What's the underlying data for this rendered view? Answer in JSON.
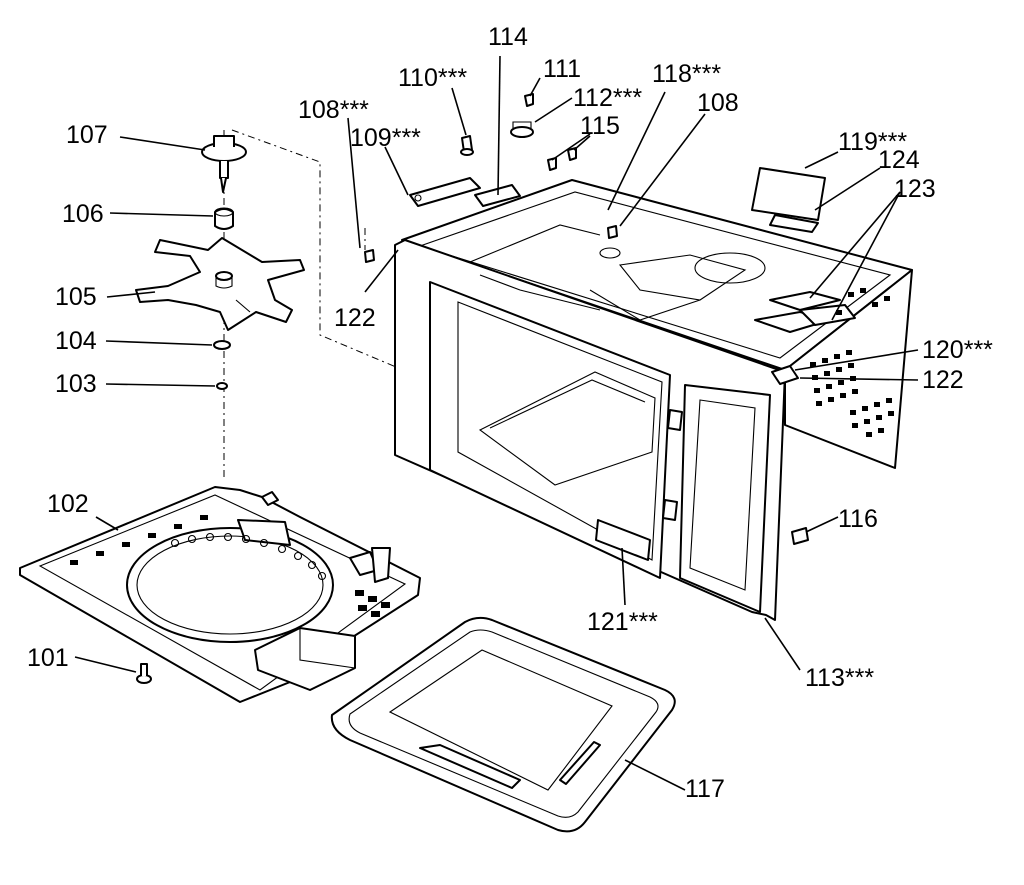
{
  "diagram": {
    "callouts": {
      "p101": "101",
      "p102": "102",
      "p103": "103",
      "p104": "104",
      "p105": "105",
      "p106": "106",
      "p107": "107",
      "p108a": "108***",
      "p108b": "108",
      "p109": "109***",
      "p110": "110***",
      "p111": "111",
      "p112": "112***",
      "p113": "113***",
      "p114": "114",
      "p115": "115",
      "p116": "116",
      "p117": "117",
      "p118": "118***",
      "p119": "119***",
      "p120": "120***",
      "p121": "121***",
      "p122a": "122",
      "p122b": "122",
      "p123": "123",
      "p124": "124"
    }
  }
}
